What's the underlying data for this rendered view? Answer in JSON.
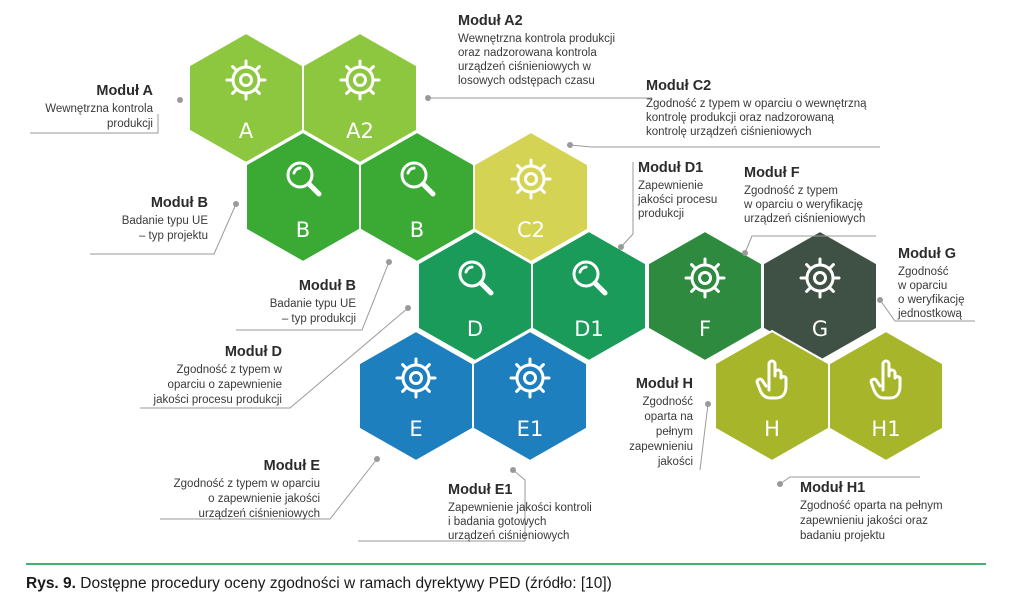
{
  "hexagons": [
    {
      "id": "A",
      "letter": "A",
      "icon": "gear-icon",
      "color": "#8dc63f"
    },
    {
      "id": "A2",
      "letter": "A2",
      "icon": "gear-icon",
      "color": "#8dc63f"
    },
    {
      "id": "B1",
      "letter": "B",
      "icon": "search-icon",
      "color": "#3aaa35"
    },
    {
      "id": "B2",
      "letter": "B",
      "icon": "search-icon",
      "color": "#3aaa35"
    },
    {
      "id": "C2",
      "letter": "C2",
      "icon": "gear-icon",
      "color": "#d4d354"
    },
    {
      "id": "D",
      "letter": "D",
      "icon": "search-icon",
      "color": "#1a9b5a"
    },
    {
      "id": "D1",
      "letter": "D1",
      "icon": "search-icon",
      "color": "#1a9b5a"
    },
    {
      "id": "F",
      "letter": "F",
      "icon": "gear-icon",
      "color": "#2d8a3e"
    },
    {
      "id": "G",
      "letter": "G",
      "icon": "gear-icon",
      "color": "#3f5145"
    },
    {
      "id": "E",
      "letter": "E",
      "icon": "gear-icon",
      "color": "#1d7fbe"
    },
    {
      "id": "E1",
      "letter": "E1",
      "icon": "gear-icon",
      "color": "#1d7fbe"
    },
    {
      "id": "H",
      "letter": "H",
      "icon": "hand-icon",
      "color": "#a7b52a"
    },
    {
      "id": "H1",
      "letter": "H1",
      "icon": "hand-icon",
      "color": "#a7b52a"
    }
  ],
  "labels": [
    {
      "id": "A",
      "title": "Moduł A",
      "lines": [
        "Wewnętrzna kontrola",
        "produkcji"
      ]
    },
    {
      "id": "A2",
      "title": "Moduł A2",
      "lines": [
        "Wewnętrzna kontrola produkcji",
        "oraz nadzorowana kontrola",
        "urządzeń ciśnieniowych w",
        "losowych odstępach czasu"
      ]
    },
    {
      "id": "C2",
      "title": "Moduł C2",
      "lines": [
        "Zgodność z typem w oparciu o wewnętrzną",
        "kontrolę produkcji oraz nadzorowaną",
        "kontrolę urządzeń ciśnieniowych"
      ]
    },
    {
      "id": "B1",
      "title": "Moduł B",
      "lines": [
        "Badanie typu UE",
        "– typ projektu"
      ]
    },
    {
      "id": "D1",
      "title": "Moduł D1",
      "lines": [
        "Zapewnienie",
        "jakości procesu",
        "produkcji"
      ]
    },
    {
      "id": "F",
      "title": "Moduł F",
      "lines": [
        "Zgodność z typem",
        "w oparciu o weryfikację",
        "urządzeń ciśnieniowych"
      ]
    },
    {
      "id": "G",
      "title": "Moduł G",
      "lines": [
        "Zgodność",
        "w oparciu",
        "o weryfikację",
        "jednostkową"
      ]
    },
    {
      "id": "B2",
      "title": "Moduł B",
      "lines": [
        "Badanie typu UE",
        "– typ produkcji"
      ]
    },
    {
      "id": "D",
      "title": "Moduł D",
      "lines": [
        "Zgodność z typem w",
        "oparciu o zapewnienie",
        "jakości procesu produkcji"
      ]
    },
    {
      "id": "H",
      "title": "Moduł H",
      "lines": [
        "Zgodność",
        "oparta na",
        "pełnym",
        "zapewnieniu",
        "jakości"
      ]
    },
    {
      "id": "E",
      "title": "Moduł E",
      "lines": [
        "Zgodność z typem w oparciu",
        "o zapewnienie jakości",
        "urządzeń ciśnieniowych"
      ]
    },
    {
      "id": "E1",
      "title": "Moduł E1",
      "lines": [
        "Zapewnienie jakości kontroli",
        "i badania gotowych",
        "urządzeń ciśnieniowych"
      ]
    },
    {
      "id": "H1",
      "title": "Moduł H1",
      "lines": [
        "Zgodność oparta na pełnym",
        "zapewnieniu jakości oraz",
        "badaniu projektu"
      ]
    }
  ],
  "caption": {
    "prefix": "Rys. 9.",
    "text": " Dostępne procedury oceny zgodności w ramach dyrektywy PED (źródło: [10])"
  }
}
